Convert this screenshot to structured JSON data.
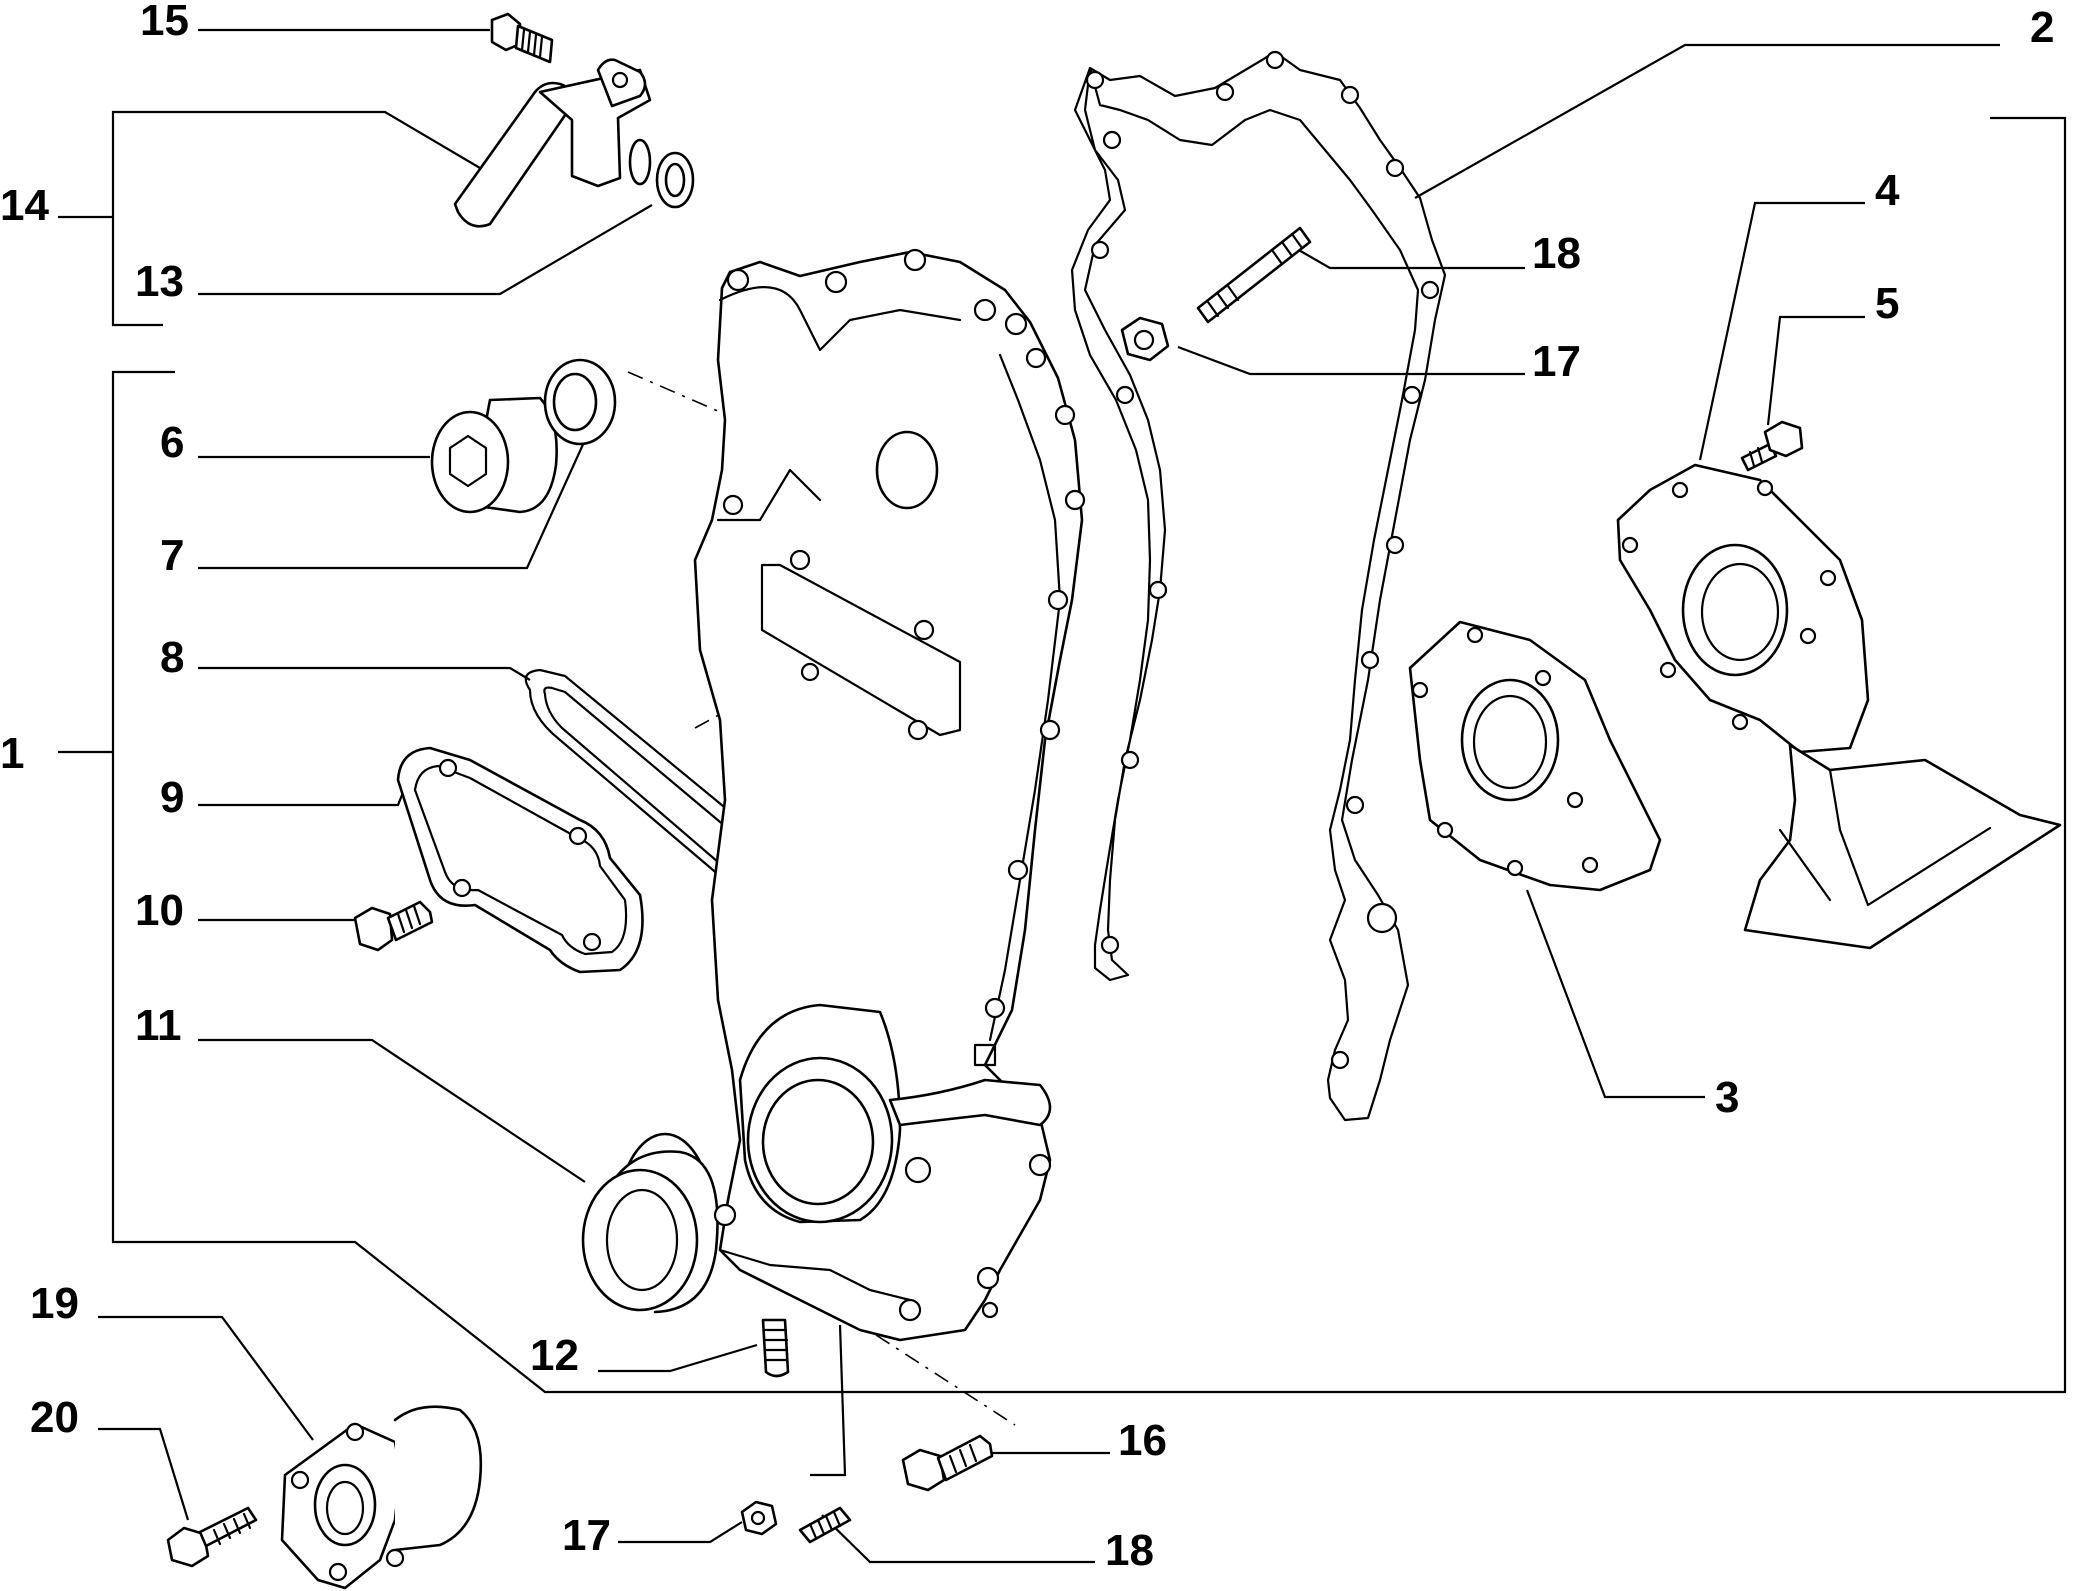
{
  "callouts": {
    "c1": "1",
    "c2": "2",
    "c3": "3",
    "c4": "4",
    "c5": "5",
    "c6": "6",
    "c7": "7",
    "c8": "8",
    "c9": "9",
    "c10": "10",
    "c11": "11",
    "c12": "12",
    "c13": "13",
    "c14": "14",
    "c15": "15",
    "c16": "16",
    "c17a": "17",
    "c17b": "17",
    "c18a": "18",
    "c18b": "18",
    "c19": "19",
    "c20": "20"
  },
  "colors": {
    "line": "#000000",
    "background": "#ffffff"
  }
}
